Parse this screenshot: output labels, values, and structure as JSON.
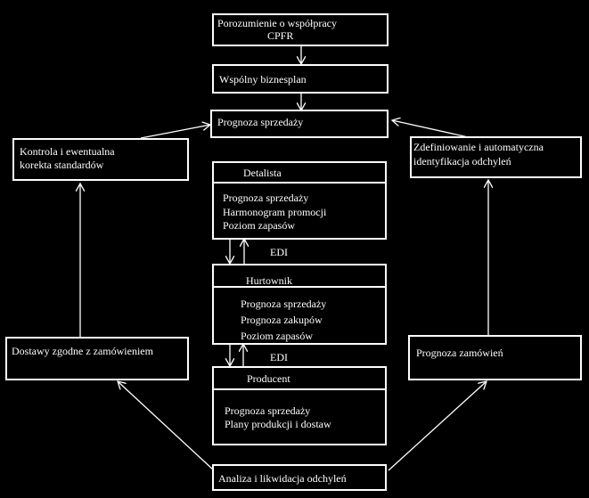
{
  "top_box": {
    "line1": "Porozumienie o współpracy",
    "line2": "CPFR"
  },
  "biznesplan": {
    "label": "Wspólny biznesplan"
  },
  "prognoza_sprzedazy_box": {
    "label": "Prognoza sprzedaży"
  },
  "kontrola_box": {
    "line1": "Kontrola i ewentualna",
    "line2": "korekta standardów"
  },
  "zdefiniowanie_box": {
    "line1": "Zdefiniowanie i automatyczna",
    "line2": "identyfikacja odchyleń"
  },
  "detalista": {
    "title": "Detalista",
    "items": [
      "Prognoza  sprzedaży",
      "Harmonogram promocji",
      "Poziom zapasów"
    ]
  },
  "edi1": "EDI",
  "hurtownik": {
    "title": "Hurtownik",
    "items": [
      "Prognoza  sprzedaży",
      "Prognoza zakupów",
      "Poziom zapasów"
    ]
  },
  "edi2": "EDI",
  "producent": {
    "title": "Producent",
    "items": [
      "Prognoza  sprzedaży",
      "Plany produkcji i dostaw"
    ]
  },
  "dostawy_box": {
    "label": "Dostawy zgodne z zamówieniem"
  },
  "prognoza_zamowien_box": {
    "label": "Prognoza  zamówień"
  },
  "analiza_box": {
    "label": "Analiza i likwidacja odchyleń"
  }
}
